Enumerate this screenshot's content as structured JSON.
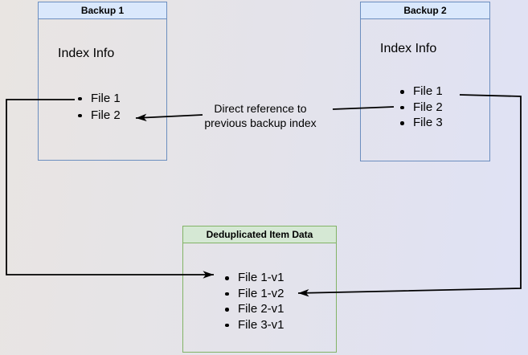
{
  "diagram": {
    "nodes": {
      "backup1": {
        "title": "Backup 1",
        "subtitle": "Index Info",
        "files": [
          "File 1",
          "File 2"
        ]
      },
      "backup2": {
        "title": "Backup 2",
        "subtitle": "Index Info",
        "files": [
          "File 1",
          "File 2",
          "File 3"
        ]
      },
      "dedup": {
        "title": "Deduplicated Item Data",
        "files": [
          "File 1-v1",
          "File 1-v2",
          "File 2-v1",
          "File 3-v1"
        ]
      }
    },
    "edge_label": {
      "line1": "Direct reference to",
      "line2": "previous backup index"
    },
    "colors": {
      "blue_node_border": "#6c8ebf",
      "blue_node_header_fill": "#dae8fc",
      "green_node_border": "#82b366",
      "green_node_header_fill": "#d5e8d4",
      "connector": "#000000",
      "text": "#000000",
      "background_left": "#e9e5e2",
      "background_right": "#dfe2f5"
    }
  }
}
